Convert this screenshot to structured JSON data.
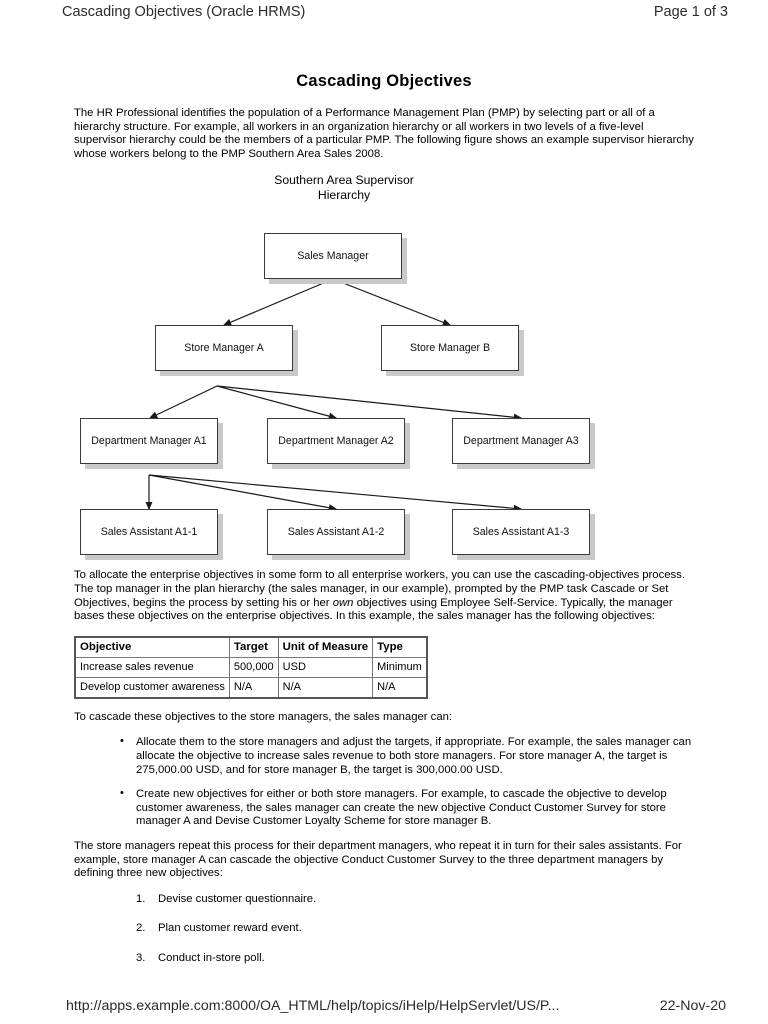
{
  "header": {
    "left": "Cascading Objectives (Oracle HRMS)",
    "right": "Page 1 of 3"
  },
  "document": {
    "title": "Cascading Objectives",
    "intro": "The HR Professional identifies the population of a Performance Management Plan (PMP) by selecting part or all of a hierarchy structure. For example, all workers in an organization hierarchy or all workers in two levels of a five-level supervisor hierarchy could be the members of a particular PMP. The following figure shows an example supervisor hierarchy whose workers belong to the PMP Southern Area Sales 2008.",
    "para_after_figure_a": "To allocate the enterprise objectives in some form to all enterprise workers, you can use the cascading-objectives process. The top manager in the plan hierarchy (the sales manager, in our example), prompted by the PMP task Cascade or Set Objectives, begins the process by setting his or her ",
    "para_after_figure_italic": "own",
    "para_after_figure_b": " objectives using Employee Self-Service. Typically, the manager bases these objectives on the enterprise objectives. In this example, the sales manager has the following objectives:",
    "para_cascade_intro": "To cascade these objectives to the store managers, the sales manager can:",
    "para_store_managers": "The store managers repeat this process for their department managers, who repeat it in turn for their sales assistants. For example, store manager A can cascade the objective Conduct Customer Survey to the three department managers by defining three new objectives:"
  },
  "figure": {
    "caption_line1": "Southern Area Supervisor",
    "caption_line2": "Hierarchy",
    "nodes": {
      "sales_manager": "Sales Manager",
      "store_manager_a": "Store Manager A",
      "store_manager_b": "Store Manager B",
      "dept_manager_a1": "Department Manager A1",
      "dept_manager_a2": "Department Manager A2",
      "dept_manager_a3": "Department Manager A3",
      "sales_assistant_a1_1": "Sales Assistant A1-1",
      "sales_assistant_a1_2": "Sales Assistant A1-2",
      "sales_assistant_a1_3": "Sales Assistant A1-3"
    }
  },
  "objectives_table": {
    "headers": [
      "Objective",
      "Target",
      "Unit of Measure",
      "Type"
    ],
    "rows": [
      [
        "Increase sales revenue",
        "500,000",
        "USD",
        "Minimum"
      ],
      [
        "Develop customer awareness",
        "N/A",
        "N/A",
        "N/A"
      ]
    ]
  },
  "bullets": [
    "Allocate them to the store managers and adjust the targets, if appropriate. For example, the sales manager can allocate the objective to increase sales revenue to both store managers. For store manager A, the target is 275,000.00 USD, and for store manager B, the target is 300,000.00 USD.",
    "Create new objectives for either or both store managers. For example, to cascade the objective to develop customer awareness, the sales manager can create the new objective Conduct Customer Survey for store manager A and Devise Customer Loyalty Scheme for store manager B."
  ],
  "numbered_list": [
    "Devise customer questionnaire.",
    "Plan customer reward event.",
    "Conduct in-store poll."
  ],
  "footer": {
    "url": "http://apps.example.com:8000/OA_HTML/help/topics/iHelp/HelpServlet/US/P...",
    "date": "22-Nov-20"
  }
}
